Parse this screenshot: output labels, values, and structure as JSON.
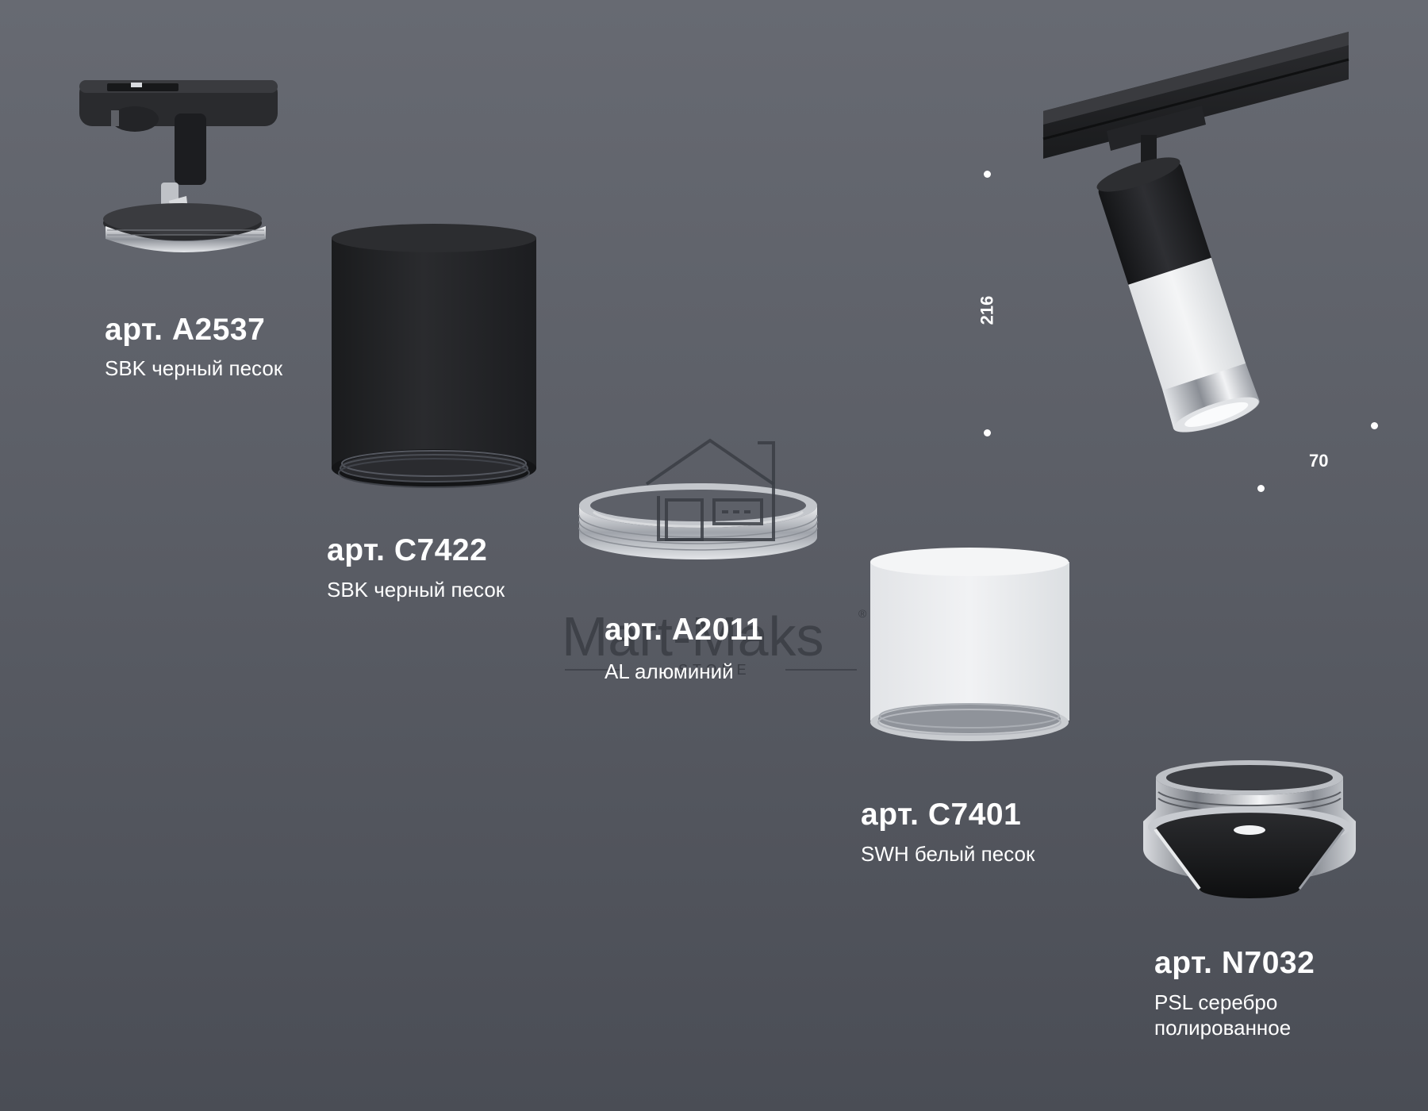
{
  "products": [
    {
      "article": "арт. A2537",
      "finish": "SBK черный песок"
    },
    {
      "article": "арт. C7422",
      "finish": "SBK черный песок"
    },
    {
      "article": "арт. A2011",
      "finish": "AL алюминий"
    },
    {
      "article": "арт. C7401",
      "finish": "SWH белый песок"
    },
    {
      "article": "арт. N7032",
      "finish_line1": "PSL серебро",
      "finish_line2": "полированное"
    }
  ],
  "dimensions": {
    "height": "216",
    "width": "70"
  },
  "watermark": {
    "name": "Mart-Maks",
    "sub": "STORE",
    "mark": "®"
  },
  "colors": {
    "background": "#5f626a",
    "black_finish": "#1e1f22",
    "white_finish": "#eceef0",
    "chrome": "#c9ccd1"
  }
}
